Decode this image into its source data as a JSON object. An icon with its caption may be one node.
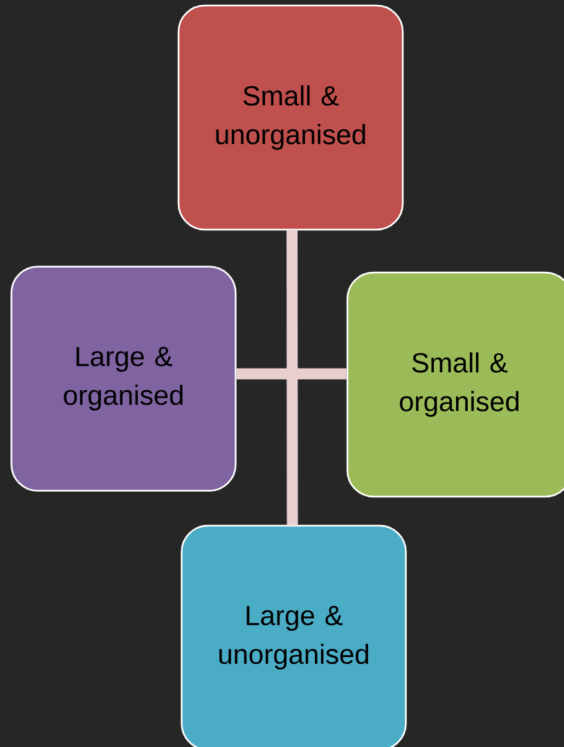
{
  "diagram": {
    "nodes": [
      {
        "text": [
          "Small & unorganised"
        ]
      },
      {
        "text": [
          "Large & organised"
        ]
      },
      {
        "text": [
          "Small & organised"
        ]
      },
      {
        "text": [
          "Large & unorganised"
        ]
      }
    ],
    "edges": [
      {
        "from": 0,
        "to": 3,
        "arrow": "none"
      },
      {
        "from": 1,
        "to": 2,
        "arrow": "none"
      }
    ]
  }
}
